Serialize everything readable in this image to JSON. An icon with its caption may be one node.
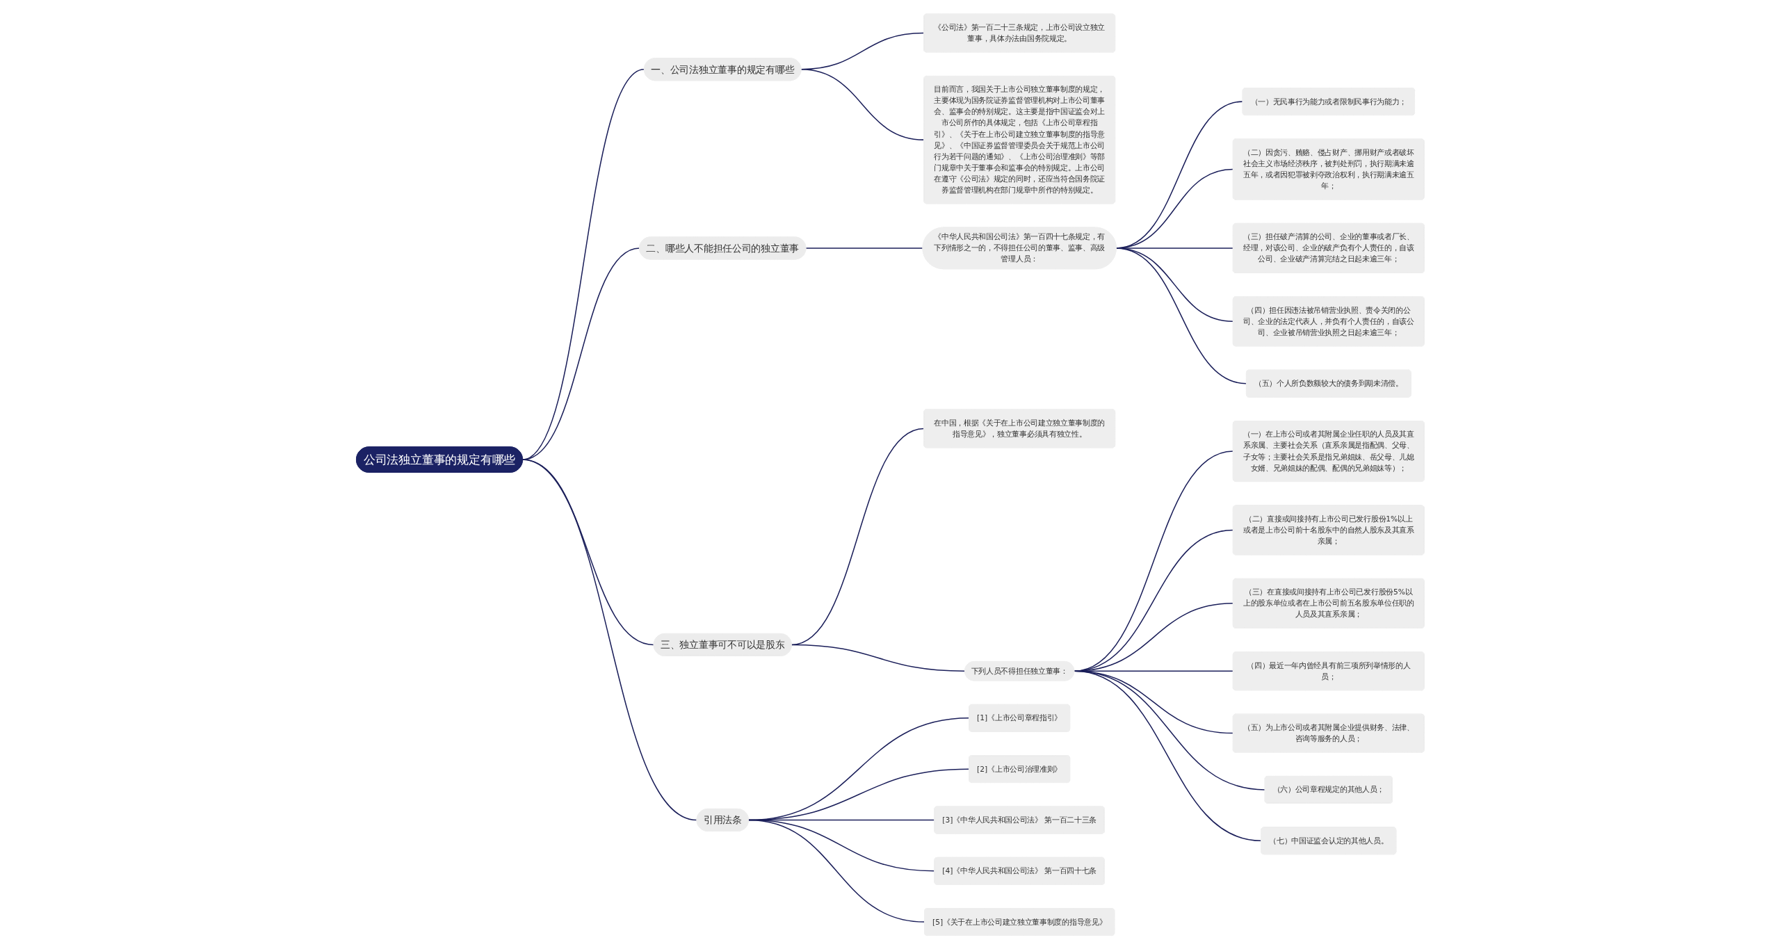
{
  "diagram": {
    "nodes": [
      {
        "text": [
          "公司法独立董事的规定有哪些"
        ]
      },
      {
        "text": [
          "一、公司法独立董事的规定有哪些"
        ]
      },
      {
        "text": [
          "《公司法》第一百二十三条规定，上市公司设立独立董事，具体办法由国务院规定。"
        ]
      },
      {
        "text": [
          "目前而言，我国关于上市公司独立董事制度的规定，主要体现为国务院证券监督管理机构对上市公司董事会、监事会的特别规定。这主要是指中国证监会对上市公司所作的具体规定，包括《上市公司章程指引》、《关于在上市公司建立独立董事制度的指导意见》、《中国证券监督管理委员会关于规范上市公司行为若干问题的通知》、《上市公司治理准则》等部门规章中关于董事会和监事会的特别规定。上市公司在遵守《公司法》规定的同时，还应当符合国务院证券监督管理机构在部门规章中所作的特别规定。"
        ]
      },
      {
        "text": [
          "二、哪些人不能担任公司的独立董事"
        ]
      },
      {
        "text": [
          "《中华人民共和国公司法》第一百四十七条规定，有下列情形之一的，不得担任公司的董事、监事、高级管理人员："
        ]
      },
      {
        "text": [
          "（一）无民事行为能力或者限制民事行为能力；"
        ]
      },
      {
        "text": [
          "（二）因贪污、贿赂、侵占财产、挪用财产或者破坏社会主义市场经济秩序，被判处刑罚，执行期满未逾五年，或者因犯罪被剥夺政治权利，执行期满未逾五年；"
        ]
      },
      {
        "text": [
          "（三）担任破产清算的公司、企业的董事或者厂长、经理，对该公司、企业的破产负有个人责任的，自该公司、企业破产清算完结之日起未逾三年；"
        ]
      },
      {
        "text": [
          "（四）担任因违法被吊销营业执照、责令关闭的公司、企业的法定代表人，并负有个人责任的，自该公司、企业被吊销营业执照之日起未逾三年；"
        ]
      },
      {
        "text": [
          "（五）个人所负数额较大的债务到期未清偿。"
        ]
      },
      {
        "text": [
          "三、独立董事可不可以是股东"
        ]
      },
      {
        "text": [
          "在中国，根据《关于在上市公司建立独立董事制度的指导意见》，独立董事必须具有独立性。"
        ]
      },
      {
        "text": [
          "下列人员不得担任独立董事："
        ]
      },
      {
        "text": [
          "（一）在上市公司或者其附属企业任职的人员及其直系亲属、主要社会关系（直系亲属是指配偶、父母、子女等；主要社会关系是指兄弟姐妹、岳父母、儿媳女婿、兄弟姐妹的配偶、配偶的兄弟姐妹等）；"
        ]
      },
      {
        "text": [
          "（二）直接或间接持有上市公司已发行股份1%以上或者是上市公司前十名股东中的自然人股东及其直系亲属；"
        ]
      },
      {
        "text": [
          "（三）在直接或间接持有上市公司已发行股份5%以上的股东单位或者在上市公司前五名股东单位任职的人员及其直系亲属；"
        ]
      },
      {
        "text": [
          "（四）最近一年内曾经具有前三项所列举情形的人员；"
        ]
      },
      {
        "text": [
          "（五）为上市公司或者其附属企业提供财务、法律、咨询等服务的人员；"
        ]
      },
      {
        "text": [
          "（六）公司章程规定的其他人员；"
        ]
      },
      {
        "text": [
          "（七）中国证监会认定的其他人员。"
        ]
      },
      {
        "text": [
          "引用法条"
        ]
      },
      {
        "text": [
          "[1]《上市公司章程指引》"
        ]
      },
      {
        "text": [
          "[2]《上市公司治理准则》"
        ]
      },
      {
        "text": [
          "[3]《中华人民共和国公司法》 第一百二十三条"
        ]
      },
      {
        "text": [
          "[4]《中华人民共和国公司法》 第一百四十七条"
        ]
      },
      {
        "text": [
          "[5]《关于在上市公司建立独立董事制度的指导意见》"
        ]
      }
    ],
    "edges": [
      {
        "from": 0,
        "to": 1,
        "arrow": "none"
      },
      {
        "from": 1,
        "to": 2,
        "arrow": "none"
      },
      {
        "from": 1,
        "to": 3,
        "arrow": "none"
      },
      {
        "from": 0,
        "to": 4,
        "arrow": "none"
      },
      {
        "from": 4,
        "to": 5,
        "arrow": "none"
      },
      {
        "from": 5,
        "to": 6,
        "arrow": "none"
      },
      {
        "from": 5,
        "to": 7,
        "arrow": "none"
      },
      {
        "from": 5,
        "to": 8,
        "arrow": "none"
      },
      {
        "from": 5,
        "to": 9,
        "arrow": "none"
      },
      {
        "from": 5,
        "to": 10,
        "arrow": "none"
      },
      {
        "from": 0,
        "to": 11,
        "arrow": "none"
      },
      {
        "from": 11,
        "to": 12,
        "arrow": "none"
      },
      {
        "from": 11,
        "to": 13,
        "arrow": "none"
      },
      {
        "from": 13,
        "to": 14,
        "arrow": "none"
      },
      {
        "from": 13,
        "to": 15,
        "arrow": "none"
      },
      {
        "from": 13,
        "to": 16,
        "arrow": "none"
      },
      {
        "from": 13,
        "to": 17,
        "arrow": "none"
      },
      {
        "from": 13,
        "to": 18,
        "arrow": "none"
      },
      {
        "from": 13,
        "to": 19,
        "arrow": "none"
      },
      {
        "from": 13,
        "to": 20,
        "arrow": "none"
      },
      {
        "from": 0,
        "to": 21,
        "arrow": "none"
      },
      {
        "from": 21,
        "to": 22,
        "arrow": "none"
      },
      {
        "from": 21,
        "to": 23,
        "arrow": "none"
      },
      {
        "from": 21,
        "to": 24,
        "arrow": "none"
      },
      {
        "from": 21,
        "to": 25,
        "arrow": "none"
      },
      {
        "from": 21,
        "to": 26,
        "arrow": "none"
      }
    ]
  }
}
